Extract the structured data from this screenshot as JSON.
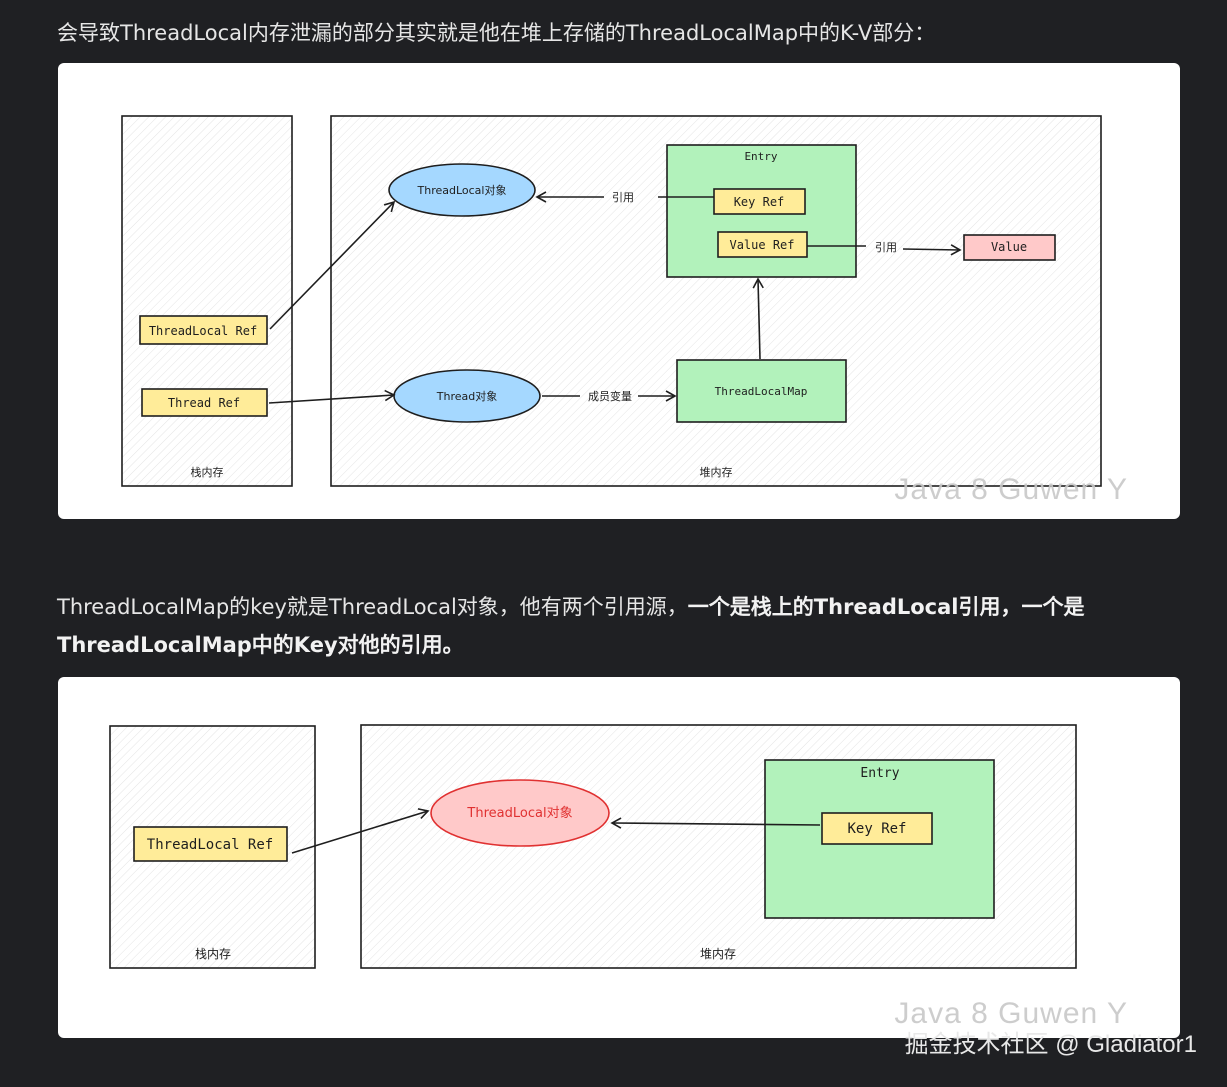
{
  "intro_text": "会导致ThreadLocal内存泄漏的部分其实就是他在堆上存储的ThreadLocalMap中的K-V部分：",
  "diagram1": {
    "stack_label": "栈内存",
    "heap_label": "堆内存",
    "threadlocal_ref": "ThreadLocal Ref",
    "thread_ref": "Thread Ref",
    "threadlocal_obj": "ThreadLocal对象",
    "thread_obj": "Thread对象",
    "entry_label": "Entry",
    "key_ref": "Key Ref",
    "value_ref": "Value Ref",
    "value": "Value",
    "threadlocalmap": "ThreadLocalMap",
    "ref_label_1": "引用",
    "ref_label_2": "引用",
    "member_var_label": "成员变量",
    "watermark": "Java 8 Guwen Y"
  },
  "middle_text": {
    "normal": "ThreadLocalMap的key就是ThreadLocal对象，他有两个引用源，",
    "bold_1": "一个是栈上的ThreadLocal引用，一个是",
    "bold_2": "ThreadLocalMap中的Key对他的引用。"
  },
  "diagram2": {
    "stack_label": "栈内存",
    "heap_label": "堆内存",
    "threadlocal_ref": "ThreadLocal Ref",
    "threadlocal_obj": "ThreadLocal对象",
    "entry_label": "Entry",
    "key_ref": "Key Ref",
    "watermark": "Java 8 Guwen Y"
  },
  "site_watermark": "掘金技术社区 @ Gladiator1",
  "colors": {
    "page_bg": "#1f2023",
    "yellow_box": "#ffec99",
    "green_box": "#b2f2bb",
    "blue_ellipse": "#a5d8ff",
    "red_box": "#ffc9c9",
    "red_ellipse": "#ffc9c9",
    "red_text": "#e03131"
  }
}
